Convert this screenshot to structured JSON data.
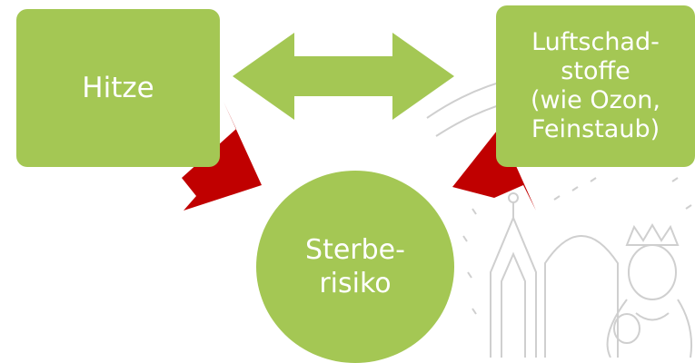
{
  "nodes": {
    "heat": "Hitze",
    "pollutants": "Luftschad-\nstoffe\n(wie Ozon,\nFeinstaub)",
    "risk": "Sterbe-\nrisiko"
  },
  "colors": {
    "node_fill": "#a4c754",
    "bidirectional_arrow": "#a4c754",
    "cause_arrow": "#c00000",
    "watermark_lines": "#c8c8c8"
  },
  "edges": [
    {
      "from": "heat",
      "to": "pollutants",
      "kind": "bidirectional"
    },
    {
      "from": "heat",
      "to": "risk",
      "kind": "causal"
    },
    {
      "from": "pollutants",
      "to": "risk",
      "kind": "causal"
    }
  ]
}
